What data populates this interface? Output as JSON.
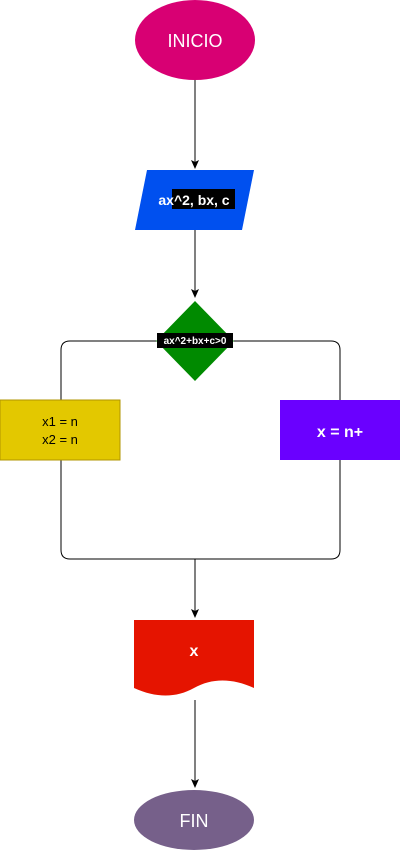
{
  "flowchart": {
    "start": {
      "label": "INICIO",
      "fill": "#d80073"
    },
    "input": {
      "label_prefix": "ax",
      "label_highlight": "^2, bx, c",
      "fill": "#0050ef"
    },
    "decision": {
      "label": "ax^2+bx+c>0",
      "fill": "#008a00"
    },
    "left_process": {
      "line1": "x1 = n",
      "line2": "x2 = n",
      "fill": "#e3c800"
    },
    "right_process": {
      "label": "x = n+",
      "fill": "#6a00ff"
    },
    "output": {
      "label": "x",
      "fill": "#e51400"
    },
    "end": {
      "label": "FIN",
      "fill": "#76608a"
    },
    "connector_color": "#000000"
  }
}
